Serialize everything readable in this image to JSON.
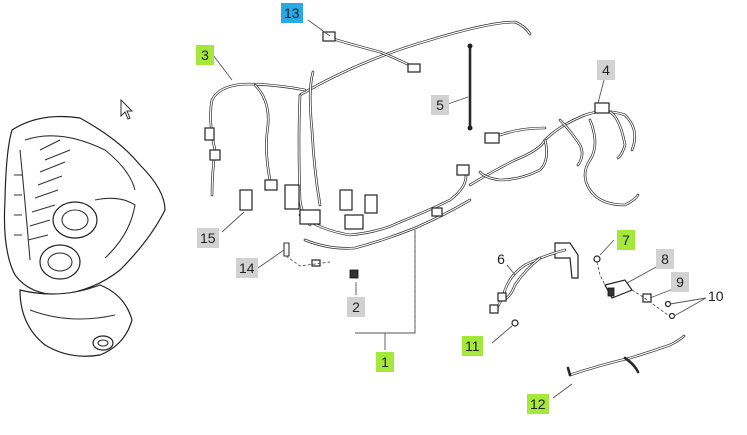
{
  "diagram": {
    "callouts": [
      {
        "id": "1",
        "label": "1",
        "style": "green"
      },
      {
        "id": "2",
        "label": "2",
        "style": "gray"
      },
      {
        "id": "3",
        "label": "3",
        "style": "green"
      },
      {
        "id": "4",
        "label": "4",
        "style": "gray"
      },
      {
        "id": "5",
        "label": "5",
        "style": "gray"
      },
      {
        "id": "6",
        "label": "6",
        "style": "plain"
      },
      {
        "id": "7",
        "label": "7",
        "style": "green"
      },
      {
        "id": "8",
        "label": "8",
        "style": "gray"
      },
      {
        "id": "9",
        "label": "9",
        "style": "gray"
      },
      {
        "id": "10",
        "label": "10",
        "style": "plain"
      },
      {
        "id": "11",
        "label": "11",
        "style": "green"
      },
      {
        "id": "12",
        "label": "12",
        "style": "green"
      },
      {
        "id": "13",
        "label": "13",
        "style": "blue"
      },
      {
        "id": "14",
        "label": "14",
        "style": "gray"
      },
      {
        "id": "15",
        "label": "15",
        "style": "gray"
      }
    ],
    "colors": {
      "callout_gray": "#d2d2d2",
      "callout_green": "#a4e83c",
      "callout_blue": "#29a9e6",
      "line": "#2a2a2a"
    },
    "icons": {
      "cursor": "mouse-pointer-icon"
    }
  }
}
